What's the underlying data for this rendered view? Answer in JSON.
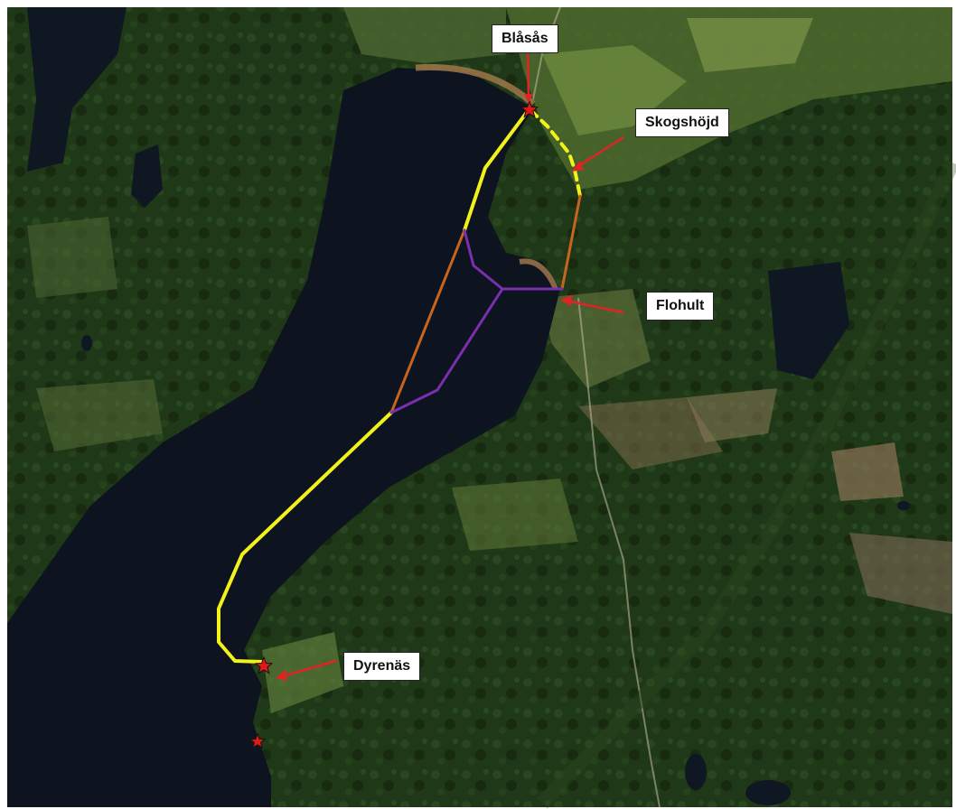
{
  "places": {
    "blasas": "Blåsås",
    "skogshojd": "Skogshöjd",
    "flohult": "Flohult",
    "dyrenas": "Dyrenäs"
  },
  "colors": {
    "route_yellow": "#f2f21a",
    "route_orange": "#c8641e",
    "route_purple": "#7a2fb0",
    "pointer_red": "#e02424",
    "star_red": "#e01818",
    "lake": "#0d1420",
    "forest": "#1d3416",
    "field": "#5f7a3a"
  }
}
